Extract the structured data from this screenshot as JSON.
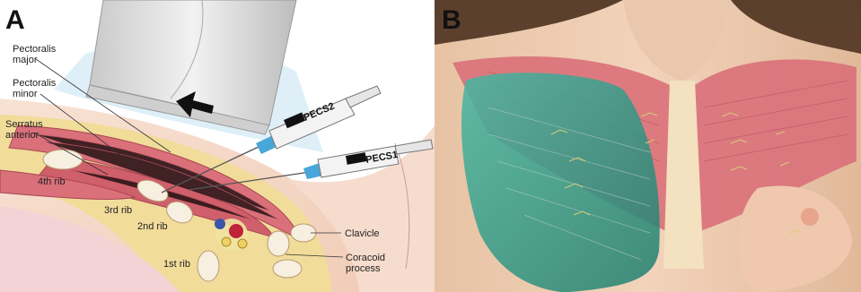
{
  "panel_a": {
    "letter": "A",
    "labels": {
      "pectoralis_major": [
        "Pectoralis",
        "major"
      ],
      "pectoralis_minor": [
        "Pectoralis",
        "minor"
      ],
      "serratus_anterior": [
        "Serratus",
        "anterior"
      ],
      "rib4": "4th rib",
      "rib3": "3rd rib",
      "rib2": "2nd rib",
      "rib1": "1st rib",
      "clavicle": "Clavicle",
      "coracoid_process": [
        "Coracoid",
        "process"
      ]
    },
    "syringes": {
      "pecs2": "PECS2",
      "pecs1": "PECS1"
    }
  },
  "panel_b": {
    "letter": "B"
  },
  "colors": {
    "muscle": "#d9707a",
    "fat": "#f1dc9a",
    "skin": "#f5d6c4",
    "probe": "#dcdcdc",
    "needle_hub": "#49a6d8",
    "block_area": "#2f9a86"
  }
}
